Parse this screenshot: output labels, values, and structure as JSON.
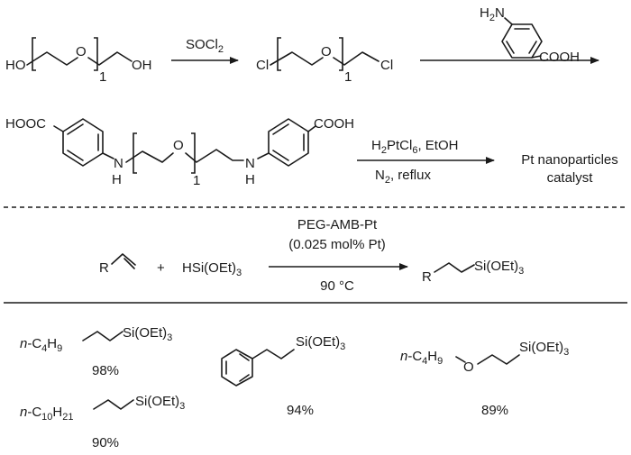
{
  "step1": {
    "start_left": "HO",
    "start_repeat": "1",
    "start_right": "OH",
    "reagent": "SOCl",
    "reagent_sub": "2",
    "product_left": "Cl",
    "product_repeat": "1",
    "product_right": "Cl",
    "amine_nh2_prefix": "H",
    "amine_nh2_sub": "2",
    "amine_nh2_suffix": "N",
    "amine_acid": "COOH"
  },
  "step2": {
    "left_acid": "HOOC",
    "right_acid": "COOH",
    "nh_left_n": "N",
    "nh_left_h": "H",
    "nh_right_n": "N",
    "nh_right_h": "H",
    "ether_o": "O",
    "repeat": "1",
    "reagent1_a": "H",
    "reagent1_sub1": "2",
    "reagent1_b": "PtCl",
    "reagent1_sub2": "6",
    "reagent1_c": ", EtOH",
    "reagent2_a": "N",
    "reagent2_sub": "2",
    "reagent2_b": ", reflux",
    "product_line1": "Pt nanoparticles",
    "product_line2": "catalyst"
  },
  "hydrosilylation": {
    "alkene_r": "R",
    "plus": "+",
    "silane": "HSi(OEt)",
    "silane_sub": "3",
    "catalyst": "PEG-AMB-Pt",
    "loading": "(0.025 mol% Pt)",
    "conditions": "90 °C",
    "product_r": "R",
    "product_si": "Si(OEt)",
    "product_si_sub": "3"
  },
  "products": [
    {
      "prefix": "n",
      "group": "-C",
      "sub1": "4",
      "mid": "H",
      "sub2": "9",
      "si": "Si(OEt)",
      "si_sub": "3",
      "yield": "98%"
    },
    {
      "si": "Si(OEt)",
      "si_sub": "3",
      "yield": "94%"
    },
    {
      "prefix": "n",
      "group": "-C",
      "sub1": "4",
      "mid": "H",
      "sub2": "9",
      "o": "O",
      "si": "Si(OEt)",
      "si_sub": "3",
      "yield": "89%"
    },
    {
      "prefix": "n",
      "group": "-C",
      "sub1": "10",
      "mid": "H",
      "sub2": "21",
      "si": "Si(OEt)",
      "si_sub": "3",
      "yield": "90%"
    }
  ],
  "colors": {
    "ink": "#1a1a1a",
    "background": "#ffffff"
  }
}
